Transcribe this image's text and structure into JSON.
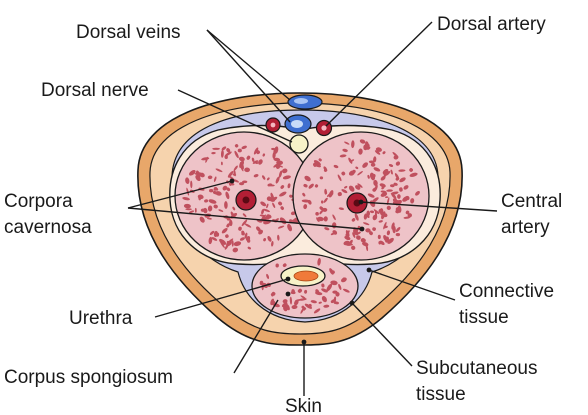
{
  "labels": {
    "dorsal_veins": "Dorsal veins",
    "dorsal_artery": "Dorsal artery",
    "dorsal_nerve": "Dorsal nerve",
    "corpora_cavernosa_1": "Corpora",
    "corpora_cavernosa_2": "cavernosa",
    "central_artery_1": "Central",
    "central_artery_2": "artery",
    "connective_tissue_1": "Connective",
    "connective_tissue_2": "tissue",
    "urethra": "Urethra",
    "corpus_spongiosum": "Corpus spongiosum",
    "subcutaneous_tissue_1": "Subcutaneous",
    "subcutaneous_tissue_2": "tissue",
    "skin": "Skin"
  },
  "colors": {
    "skin": "#e8a76a",
    "subcutaneous": "#f6d3ad",
    "connective_tissue": "#c7c9ea",
    "tunica": "#fbecdd",
    "erectile_tissue": "#eec3c8",
    "sinusoid": "#c0505e",
    "artery": "#b21f35",
    "vein": "#3f6fd0",
    "nerve": "#f7f2c8",
    "urethra_lumen": "#f07a3a",
    "outline": "#1a1a1a"
  }
}
